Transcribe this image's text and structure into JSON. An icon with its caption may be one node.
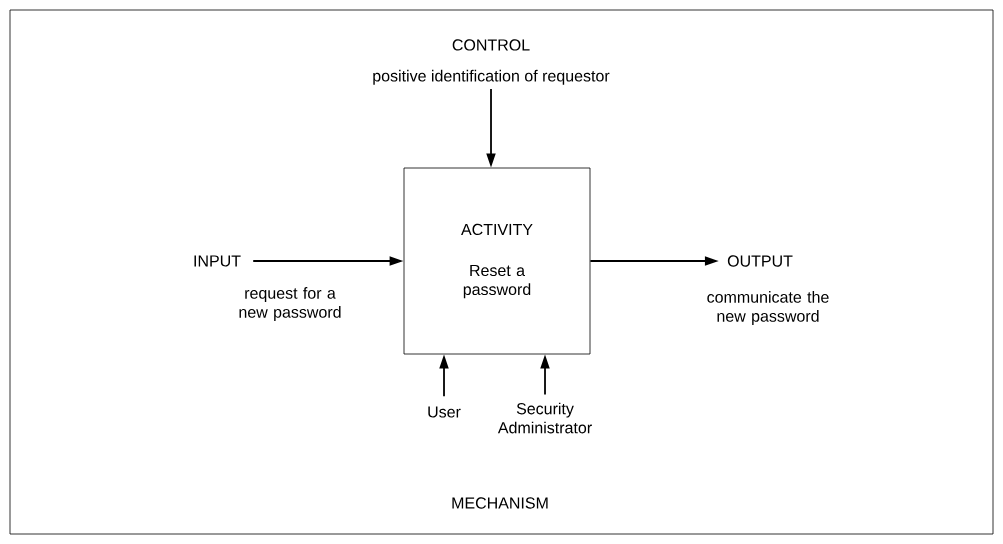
{
  "diagram": {
    "nodes": [
      {
        "text": [
          "ACTIVITY",
          "Reset a password"
        ]
      },
      {
        "text": [
          "CONTROL",
          "positive identification of requestor"
        ]
      },
      {
        "text": [
          "INPUT"
        ],
        "beside": [
          "request for a new password"
        ]
      },
      {
        "text": [
          "OUTPUT"
        ],
        "beside": [
          "communicate the new password"
        ]
      },
      {
        "text": [
          "User"
        ]
      },
      {
        "text": [
          "Security Administrator"
        ]
      }
    ],
    "edges": [
      {
        "from": 1,
        "to": 0,
        "arrow": "to"
      },
      {
        "from": 2,
        "to": 0,
        "arrow": "to"
      },
      {
        "from": 0,
        "to": 3,
        "arrow": "to"
      },
      {
        "from": 4,
        "to": 0,
        "arrow": "to"
      },
      {
        "from": 5,
        "to": 0,
        "arrow": "to"
      }
    ],
    "labels": [
      "MECHANISM"
    ]
  }
}
